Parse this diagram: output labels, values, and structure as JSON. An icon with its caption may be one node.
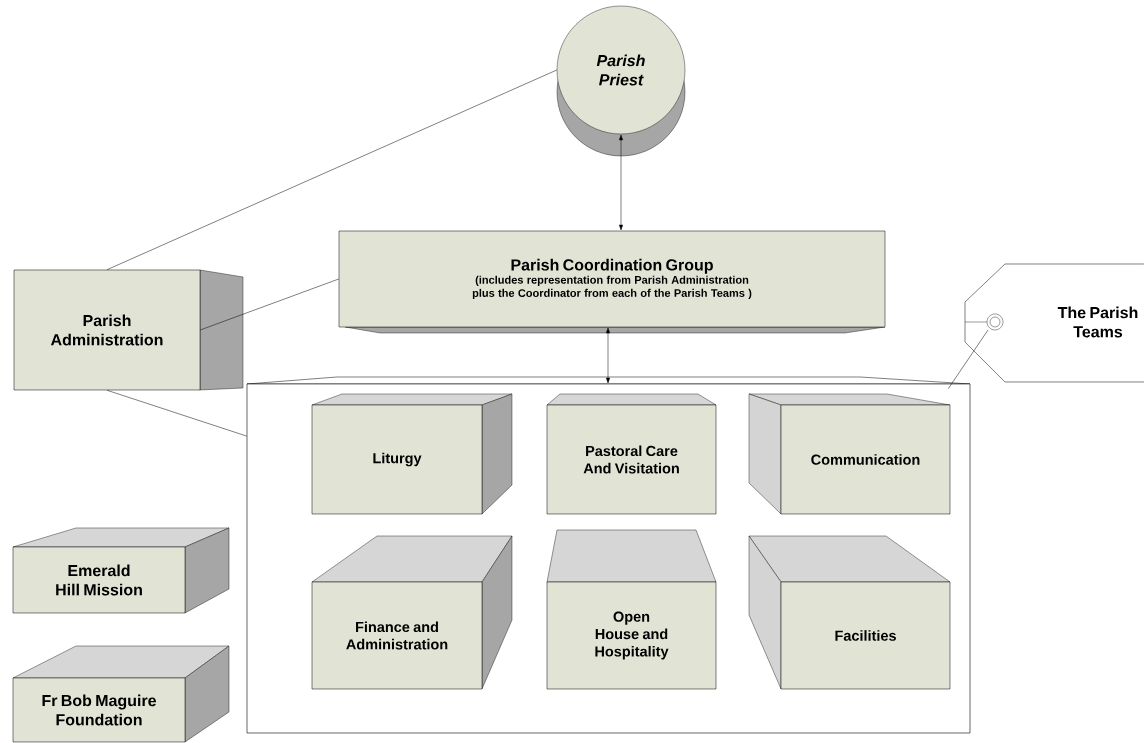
{
  "diagram": {
    "nodes": [
      {
        "text": [
          "Parish Priest"
        ]
      },
      {
        "text": [
          "Parish Administration"
        ]
      },
      {
        "text": [
          "Parish Coordination Group",
          "(includes representation from Parish Administration plus the Coordinator from each of the Parish Teams )"
        ]
      },
      {
        "text": [
          "The Parish Teams"
        ]
      },
      {
        "text": [],
        "shape": "box"
      },
      {
        "text": [
          "Liturgy"
        ],
        "in": 4
      },
      {
        "text": [
          "Pastoral Care And Visitation"
        ],
        "in": 4
      },
      {
        "text": [
          "Communication"
        ],
        "in": 4
      },
      {
        "text": [
          "Finance and Administration"
        ],
        "in": 4
      },
      {
        "text": [
          "Open House and Hospitality"
        ],
        "in": 4
      },
      {
        "text": [
          "Facilities"
        ],
        "in": 4
      },
      {
        "text": [
          "Emerald Hill Mission"
        ]
      },
      {
        "text": [
          "Fr Bob Maguire Foundation"
        ]
      }
    ],
    "edges": [
      {
        "from": 1,
        "to": 0,
        "arrow": "none"
      },
      {
        "from": 1,
        "to": 2,
        "arrow": "none"
      },
      {
        "from": 1,
        "to": 4,
        "arrow": "none"
      },
      {
        "from": 0,
        "to": 2,
        "arrow": "both"
      },
      {
        "from": 2,
        "to": 4,
        "arrow": "both"
      },
      {
        "from": 3,
        "to": 4,
        "arrow": "none"
      }
    ]
  }
}
